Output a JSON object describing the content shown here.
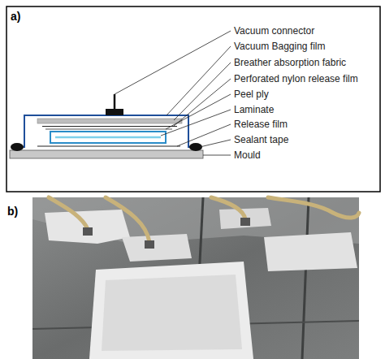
{
  "diagram": {
    "labels": [
      "a)",
      "Vacuum connector",
      "Vacuum Bagging film",
      "Breather absorption fabric",
      "Perforated nylon release film",
      "Peel ply",
      "Laminate",
      "Release film",
      "Sealant tape",
      "Mould",
      "b)"
    ]
  }
}
